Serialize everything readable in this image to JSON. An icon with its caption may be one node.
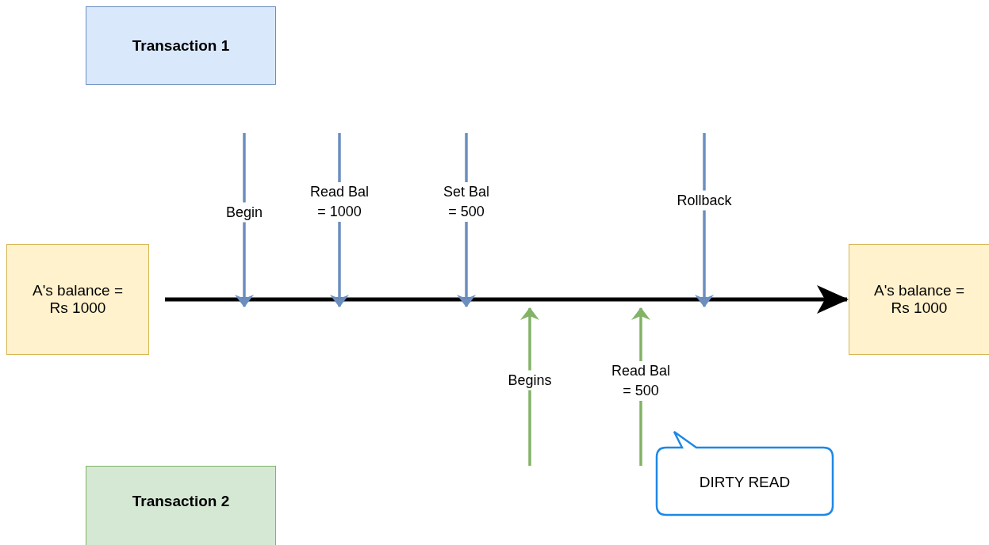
{
  "diagram": {
    "nodes": [
      {
        "text": [
          "Transaction 1"
        ]
      },
      {
        "text": [
          "A's balance = Rs 1000"
        ]
      },
      {
        "text": [
          "A's balance = Rs 1000"
        ]
      },
      {
        "text": [
          "Transaction 2"
        ]
      },
      {
        "text": [
          "DIRTY READ"
        ]
      }
    ],
    "edges": [
      {
        "from": 1,
        "to": 2,
        "arrow": "to"
      }
    ],
    "labels": [
      "Begin",
      "Read Bal = 1000",
      "Set Bal = 500",
      "Rollback",
      "Begins",
      "Read Bal = 500"
    ]
  }
}
